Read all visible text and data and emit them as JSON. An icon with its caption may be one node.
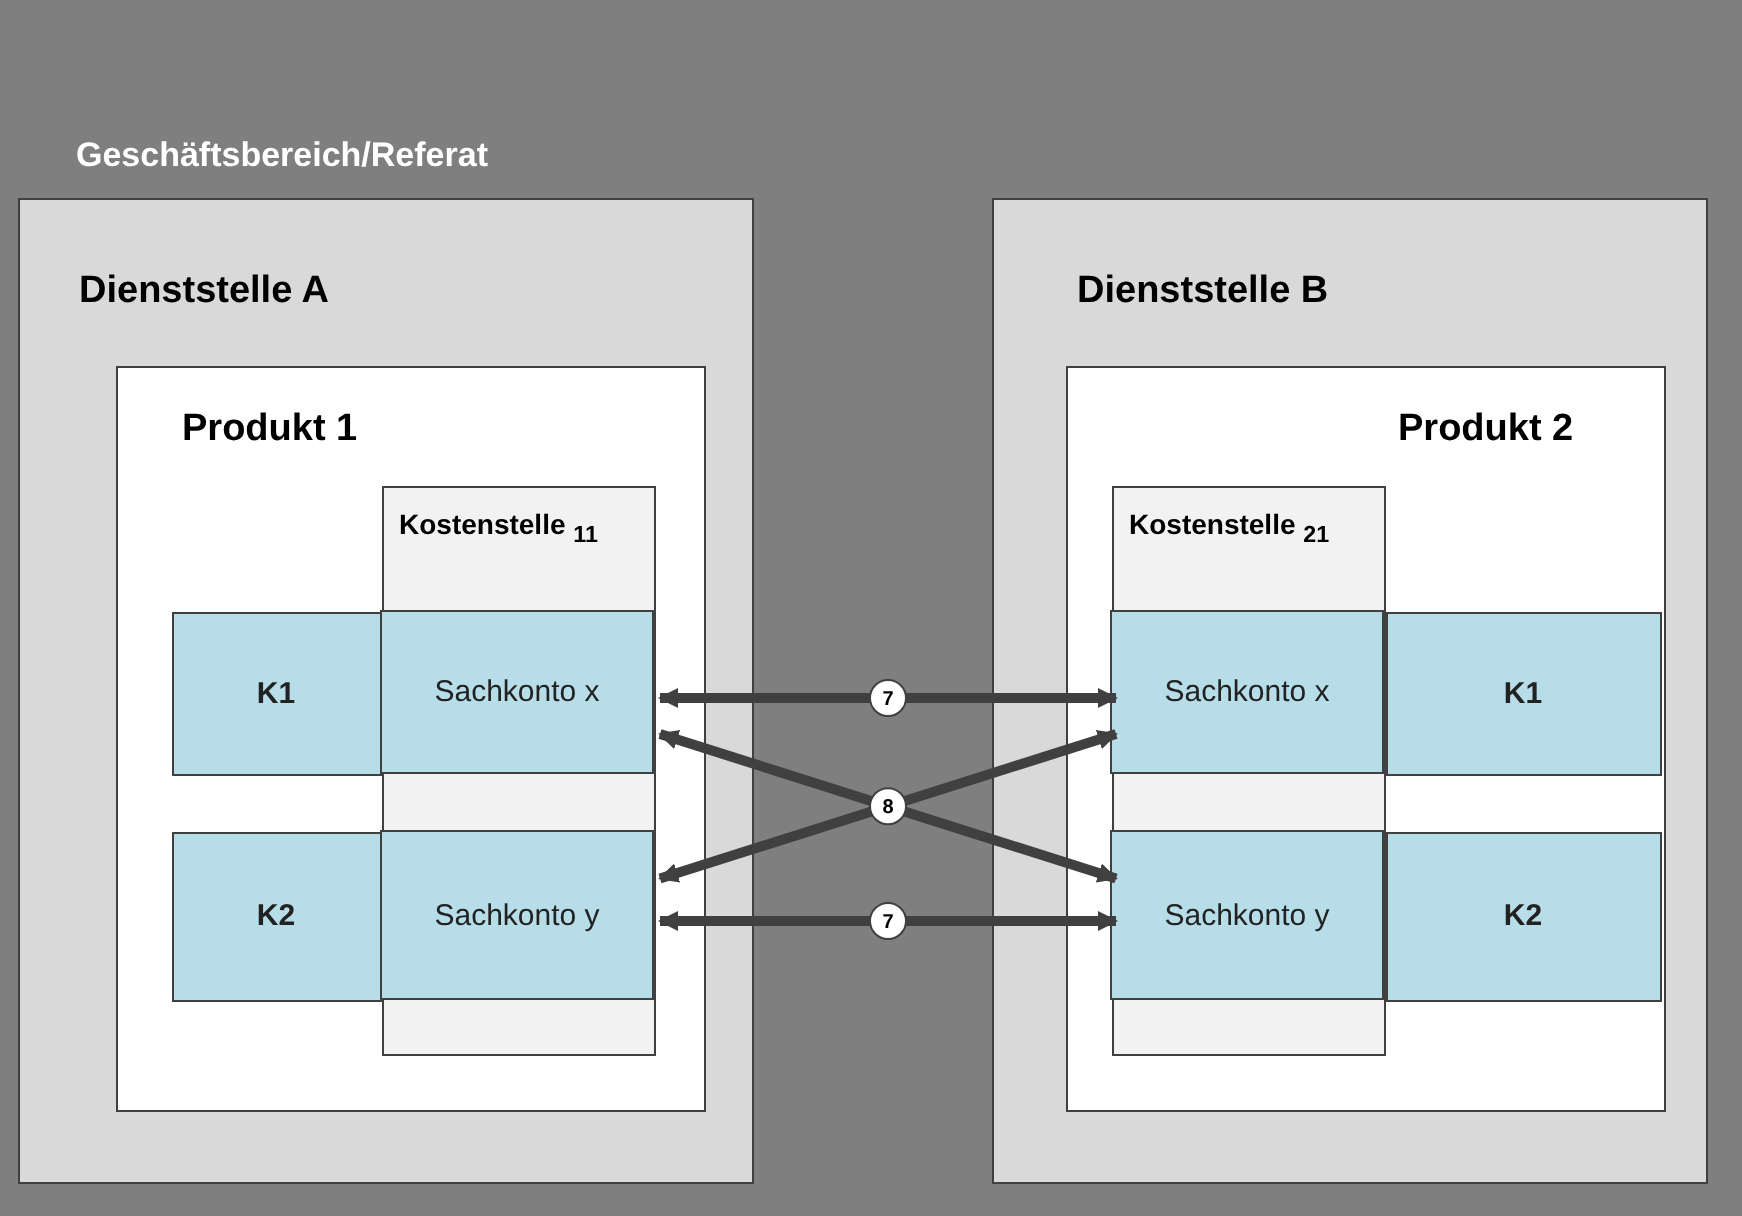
{
  "diagram": {
    "nodes": [
      {
        "text": [
          "Geschäftsbereich/Referat"
        ]
      },
      {
        "text": [
          "Dienststelle A"
        ],
        "in": 0
      },
      {
        "text": [
          "Produkt 1"
        ],
        "in": 1
      },
      {
        "text": [
          "Kostenstelle $_{11}$"
        ],
        "in": 2
      },
      {
        "text": [
          "K1"
        ],
        "in": 2
      },
      {
        "text": [
          "Sachkonto x"
        ],
        "in": 3
      },
      {
        "text": [
          "K2"
        ],
        "in": 2
      },
      {
        "text": [
          "Sachkonto y"
        ],
        "in": 3
      },
      {
        "text": [
          "Dienststelle B"
        ],
        "in": 0
      },
      {
        "text": [
          "Produkt 2"
        ],
        "in": 8
      },
      {
        "text": [
          "Kostenstelle $_{21}$"
        ],
        "in": 9
      },
      {
        "text": [
          "Sachkonto x"
        ],
        "in": 10
      },
      {
        "text": [
          "K1"
        ],
        "in": 9
      },
      {
        "text": [
          "Sachkonto y"
        ],
        "in": 10
      },
      {
        "text": [
          "K2"
        ],
        "in": 9
      }
    ],
    "edges": [
      {
        "from": 5,
        "to": 11,
        "arrow": "both",
        "label": "7"
      },
      {
        "from": 5,
        "to": 13,
        "arrow": "both",
        "label": "8"
      },
      {
        "from": 7,
        "to": 11,
        "arrow": "both"
      },
      {
        "from": 7,
        "to": 13,
        "arrow": "both",
        "label": "7"
      }
    ]
  }
}
